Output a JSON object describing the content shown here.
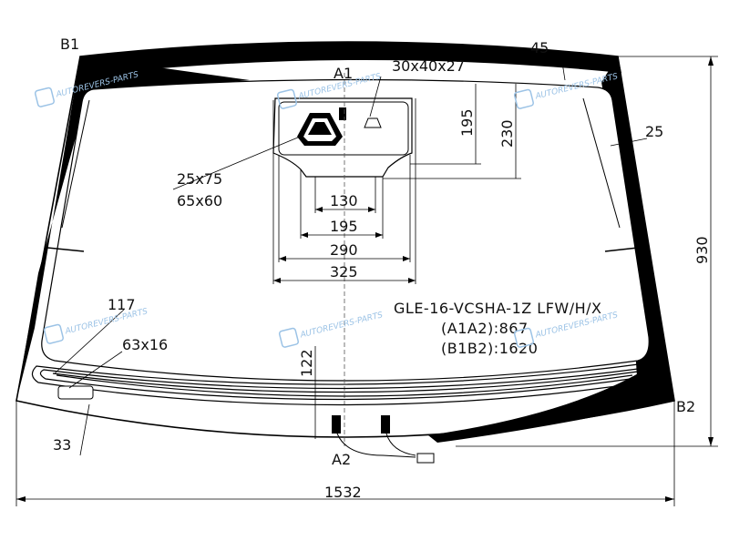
{
  "part_info": {
    "model_code": "GLE-16-VCSHA-1Z LFW/H/X",
    "a1a2": "(A1A2):867",
    "b1b2": "(B1B2):1620"
  },
  "points": {
    "a1": "A1",
    "a2": "A2",
    "b1": "B1",
    "b2": "B2"
  },
  "dimensions": {
    "top_sensor": "30x40x27",
    "top_band": "45",
    "side_band": "25",
    "height_195": "195",
    "height_230": "230",
    "height_930": "930",
    "sensor_area_1": "25x75",
    "sensor_area_2": "65x60",
    "width_130": "130",
    "width_195": "195",
    "width_290": "290",
    "width_325": "325",
    "edge_117": "117",
    "vin_window": "63x16",
    "height_122": "122",
    "edge_33": "33",
    "total_width": "1532"
  },
  "watermark": {
    "text": "AUTOREVERS-PARTS",
    "logo": "AR"
  }
}
